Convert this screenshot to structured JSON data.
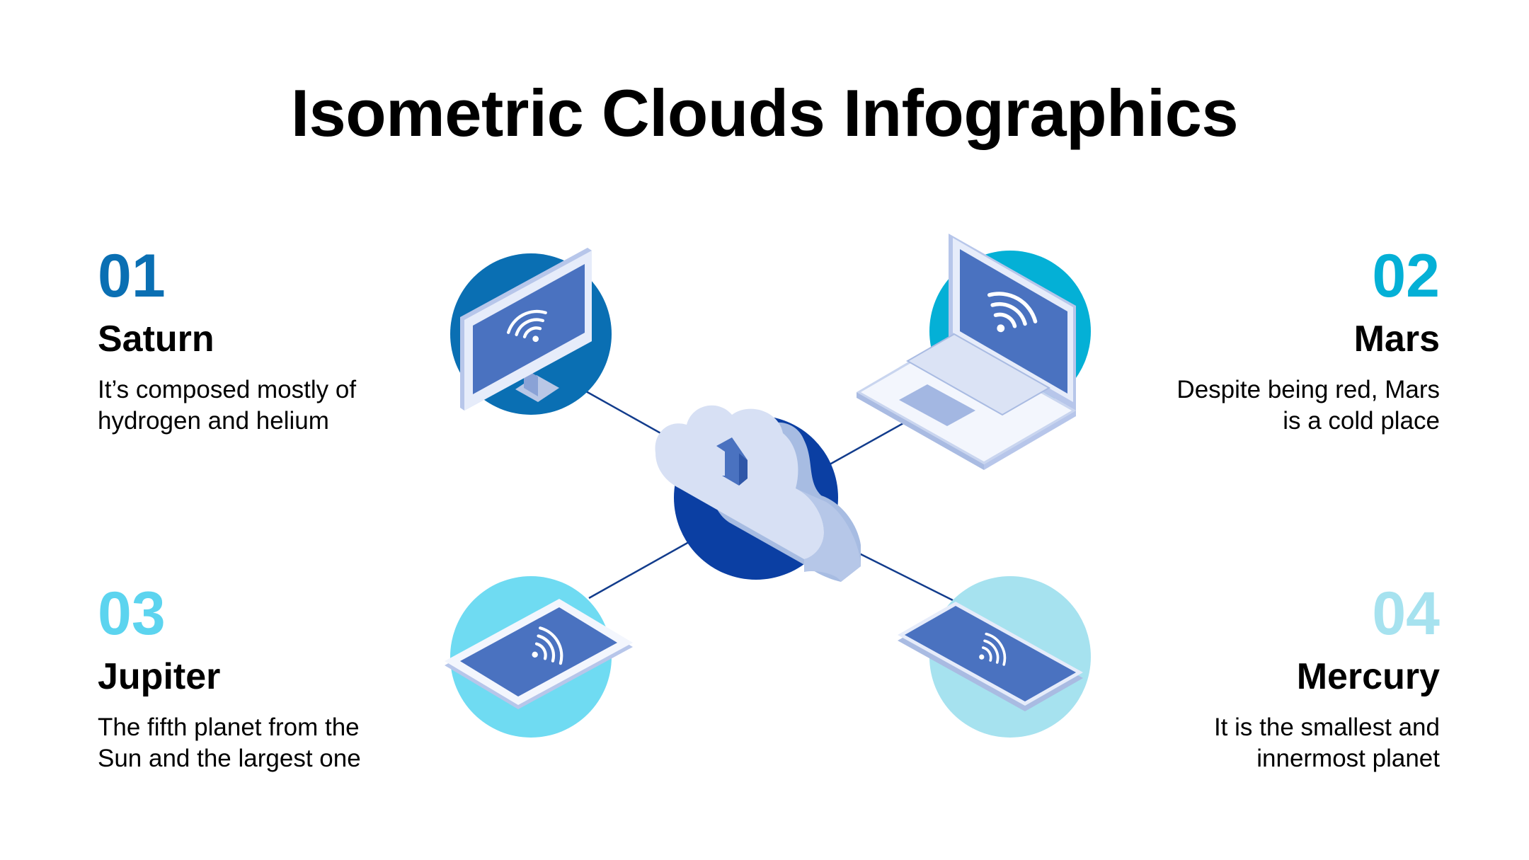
{
  "title": "Isometric Clouds Infographics",
  "items": [
    {
      "number": "01",
      "name": "Saturn",
      "desc": [
        "It’s composed mostly of",
        "hydrogen and helium"
      ]
    },
    {
      "number": "02",
      "name": "Mars",
      "desc": [
        "Despite being red, Mars",
        "is a cold place"
      ]
    },
    {
      "number": "03",
      "name": "Jupiter",
      "desc": [
        "The fifth planet from the",
        "Sun and the largest one"
      ]
    },
    {
      "number": "04",
      "name": "Mercury",
      "desc": [
        "It is the smallest and",
        "innermost planet"
      ]
    }
  ],
  "colors": {
    "dark_blue": "#0a6fb3",
    "cyan": "#04b0d6",
    "light_cyan": "#5cd4ef",
    "pale_cyan": "#a6e2ef",
    "center_blue": "#0b3fa3",
    "screen_blue": "#4a72c0",
    "device_light": "#dbe3f5"
  },
  "icons": {
    "center": "cloud-upload-icon",
    "item_1": "desktop-monitor-icon",
    "item_2": "laptop-icon",
    "item_3": "tablet-icon",
    "item_4": "smartphone-icon",
    "screen": "wifi-icon"
  }
}
